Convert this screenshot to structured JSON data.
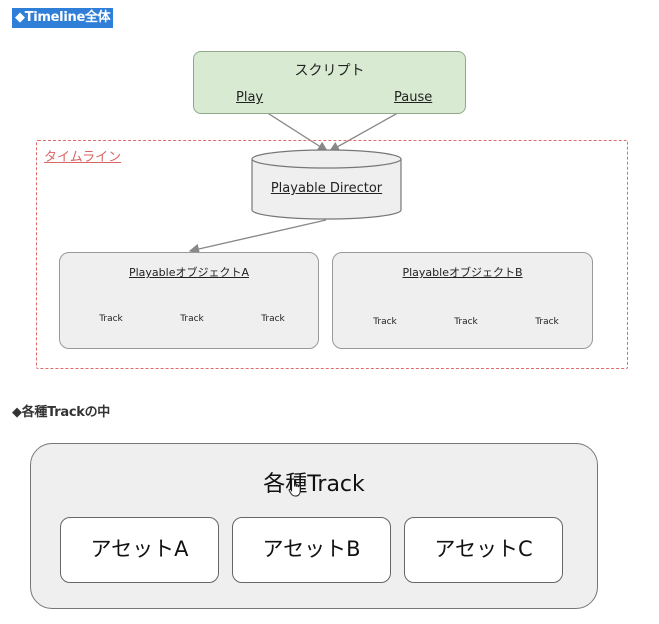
{
  "headings": {
    "timeline_overall": "◆Timeline全体",
    "inside_track": "◆各種Trackの中"
  },
  "script": {
    "title": "スクリプト",
    "play": "Play",
    "pause": "Pause"
  },
  "timeline": {
    "label": "タイムライン",
    "director": "Playable Director"
  },
  "playable_objects": [
    {
      "title": "PlayableオブジェクトA",
      "tracks": [
        "Track",
        "Track",
        "Track"
      ]
    },
    {
      "title": "PlayableオブジェクトB",
      "tracks": [
        "Track",
        "Track",
        "Track"
      ]
    }
  ],
  "track_detail": {
    "title": "各種Track",
    "assets": [
      "アセットA",
      "アセットB",
      "アセットC"
    ]
  },
  "colors": {
    "heading_highlight": "#2f7fd9",
    "script_fill": "#d9ead3",
    "timeline_border": "#e06b6b",
    "box_fill": "#efefef"
  }
}
